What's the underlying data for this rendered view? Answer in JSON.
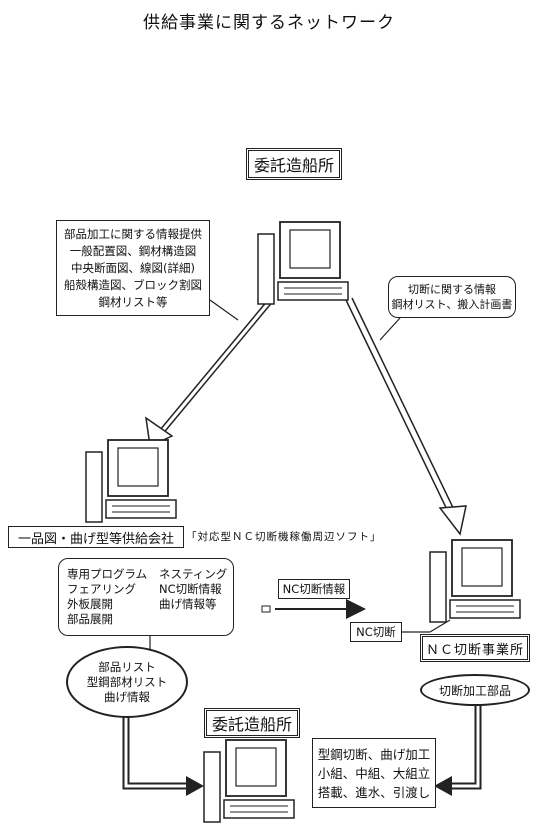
{
  "title": "供給事業に関するネットワーク",
  "nodes": {
    "top_shipyard": "委託造船所",
    "supplier_company": "一品図・曲げ型等供給会社",
    "software_tag": "「対応型ＮＣ切断機稼働周辺ソフト」",
    "nc_office": "ＮＣ切断事業所",
    "bottom_shipyard": "委託造船所"
  },
  "callouts": {
    "left_info": "部品加工に関する情報提供\n一般配置図、鋼材構造図\n中央断面図、線図(詳細)\n船殻構造図、ブロック割図\n鋼材リスト等",
    "right_info": "切断に関する情報\n鋼材リスト、搬入計画書"
  },
  "program_box": {
    "col1": "専用プログラム\nフェアリング\n外板展開\n部品展開",
    "col2": "ネスティング\nNC切断情報\n曲げ情報等"
  },
  "flows": {
    "nc_info": "NC切断情報",
    "nc_cut": "NC切断"
  },
  "oval_left": "部品リスト\n型鋼部材リスト\n曲げ情報",
  "oval_right": "切断加工部品",
  "process_box": "型鋼切断、曲げ加工\n小組、中組、大組立\n搭載、進水、引渡し"
}
